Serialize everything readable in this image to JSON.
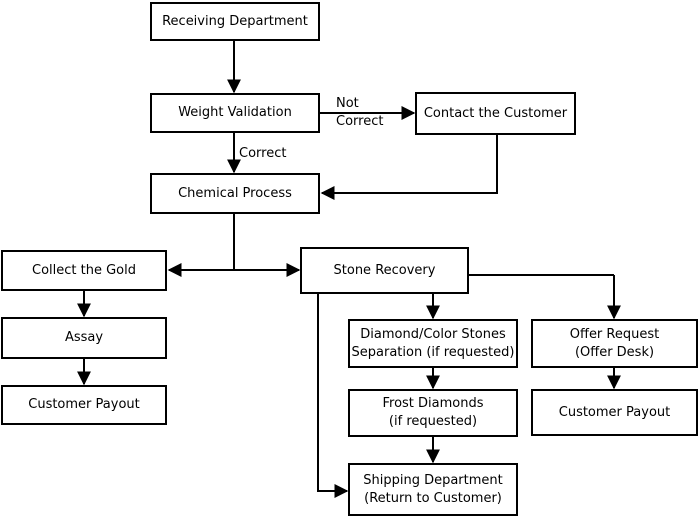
{
  "nodes": {
    "receiving": {
      "lines": [
        "Receiving Department"
      ]
    },
    "weight": {
      "lines": [
        "Weight Validation"
      ]
    },
    "contact": {
      "lines": [
        "Contact the Customer"
      ]
    },
    "chemical": {
      "lines": [
        "Chemical Process"
      ]
    },
    "collect": {
      "lines": [
        "Collect the Gold"
      ]
    },
    "assay": {
      "lines": [
        "Assay"
      ]
    },
    "payout_left": {
      "lines": [
        "Customer Payout"
      ]
    },
    "stone": {
      "lines": [
        "Stone Recovery"
      ]
    },
    "diamond": {
      "lines": [
        "Diamond/Color Stones",
        "Separation (if requested)"
      ]
    },
    "offer": {
      "lines": [
        "Offer Request",
        "(Offer Desk)"
      ]
    },
    "frost": {
      "lines": [
        "Frost Diamonds",
        "(if requested)"
      ]
    },
    "payout_right": {
      "lines": [
        "Customer Payout"
      ]
    },
    "shipping": {
      "lines": [
        "Shipping Department",
        "(Return to Customer)"
      ]
    }
  },
  "edge_labels": {
    "not_correct": [
      "Not",
      "Correct"
    ],
    "correct": "Correct"
  }
}
